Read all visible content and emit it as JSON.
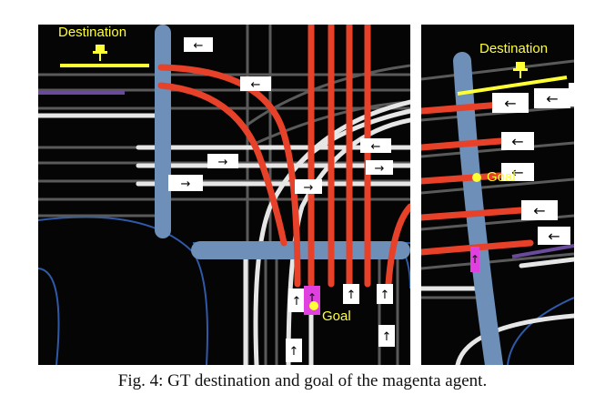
{
  "left_panel": {
    "destination_label": "Destination",
    "goal_label": "Goal"
  },
  "right_panel": {
    "destination_label": "Destination",
    "goal_label": "Goal"
  },
  "caption": "Fig. 4: GT destination and goal of the magenta agent.",
  "colors": {
    "background": "#050505",
    "lane_gray": "#5a5a5a",
    "lane_white": "#e6e6e6",
    "route_red": "#e8412a",
    "crosswalk_blue": "#6d8fb8",
    "road_edge_blue": "#2f5aa8",
    "destination_yellow": "#ffff33",
    "agent_magenta": "#e040e0",
    "purple_lane": "#6a4a9a"
  }
}
